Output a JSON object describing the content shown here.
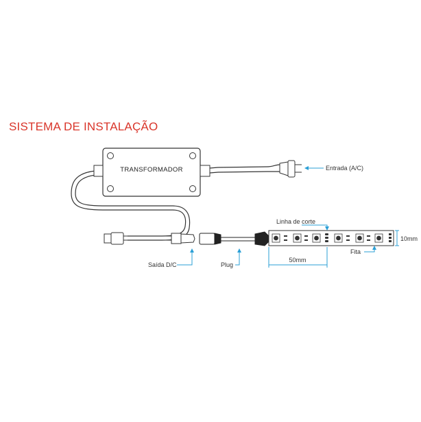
{
  "title": "SISTEMA DE INSTALAÇÃO",
  "labels": {
    "transformer": "TRANSFORMADOR",
    "input": "Entrada (A/C)",
    "output": "Saída D/C",
    "plug": "Plug",
    "cut_line": "Linha de corte",
    "strip": "Fita",
    "segment_length": "50mm",
    "strip_width": "10mm"
  },
  "colors": {
    "title": "#d9352a",
    "pointer": "#2a9fd6",
    "line": "#333333"
  }
}
